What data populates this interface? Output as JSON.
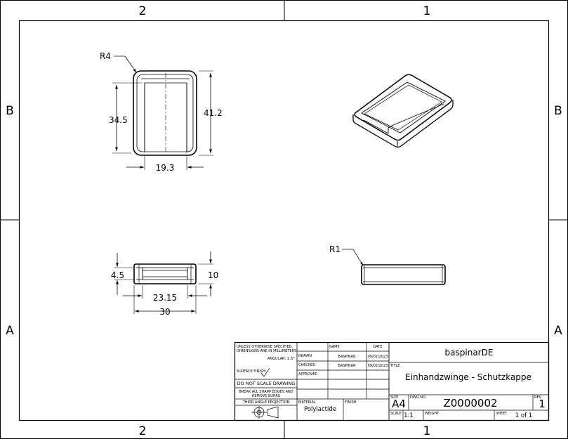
{
  "zones": {
    "top": [
      "2",
      "1"
    ],
    "bottom": [
      "2",
      "1"
    ],
    "left": [
      "B",
      "A"
    ],
    "right": [
      "B",
      "A"
    ]
  },
  "dimensions": {
    "front_radius": "R4",
    "front_height_outer": "41.2",
    "front_height_inner": "34.5",
    "front_width": "19.3",
    "side_height": "10",
    "side_wall": "4.5",
    "side_inner_width": "23.15",
    "side_outer_width": "30",
    "edge_radius": "R1"
  },
  "title_block": {
    "tolerance_note_1": "UNLESS OTHERWISE SPECIFIED,",
    "tolerance_note_2": "DIMENSIONS ARE IN MILLIMETERS",
    "angular_note": "ANGULAR: ±.5°",
    "surface_finish": "SURFACE FINISH:",
    "do_not_scale": "DO NOT SCALE DRAWING",
    "break_edges_1": "BREAK ALL SHARP EDGES AND",
    "break_edges_2": "REMOVE BURRS",
    "projection": "THIRD ANGLE PROJECTION",
    "header_name": "NAME",
    "header_date": "DATE",
    "drawn_label": "DRAWN",
    "drawn_name": "BASPINAR",
    "drawn_date": "09/02/2023",
    "checked_label": "CHECKED",
    "checked_name": "BASPINAR",
    "checked_date": "09/02/2023",
    "approved_label": "APPROVED",
    "material_label": "MATERIAL",
    "material_value": "Polylactide",
    "finish_label": "FINISH",
    "company": "baspinarDE",
    "title_label": "TITLE",
    "title_value": "Einhandzwinge - Schutzkappe",
    "size_label": "SIZE",
    "size_value": "A4",
    "dwg_label": "DWG NO.",
    "dwg_value": "Z0000002",
    "rev_label": "REV",
    "rev_value": "1",
    "scale_label": "SCALE",
    "scale_value": "1:1",
    "weight_label": "WEIGHT",
    "sheet_label": "SHEET",
    "sheet_value": "1 of 1"
  }
}
